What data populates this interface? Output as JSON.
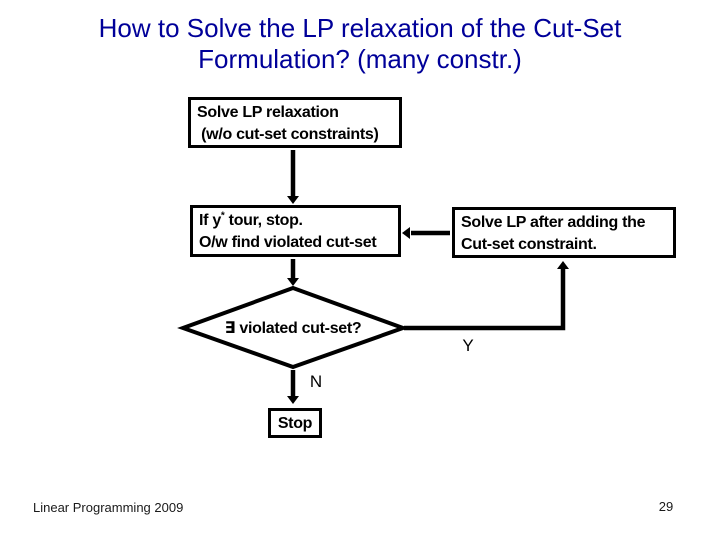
{
  "slide": {
    "title_lines": {
      "0": "How to Solve the LP relaxation of the Cut-Set",
      "1": "Formulation? (many constr.)"
    },
    "title_color": "#000099",
    "footer": "Linear Programming 2009",
    "page_number": "29"
  },
  "flowchart": {
    "box_solve_lp": {
      "line1": "Solve LP relaxation",
      "line2": " (w/o cut-set constraints)"
    },
    "box_check_tour": {
      "line1_prefix": "If y",
      "line1_sup": "*",
      "line1_suffix": " tour, stop.",
      "line2": "O/w find violated cut-set"
    },
    "box_resolve": {
      "line1": "Solve LP after adding the",
      "line2": "Cut-set constraint."
    },
    "diamond_decision": {
      "label": "∃ violated cut-set?"
    },
    "box_stop": {
      "label": "Stop"
    },
    "edge_labels": {
      "yes": "Y",
      "no": "N"
    }
  }
}
